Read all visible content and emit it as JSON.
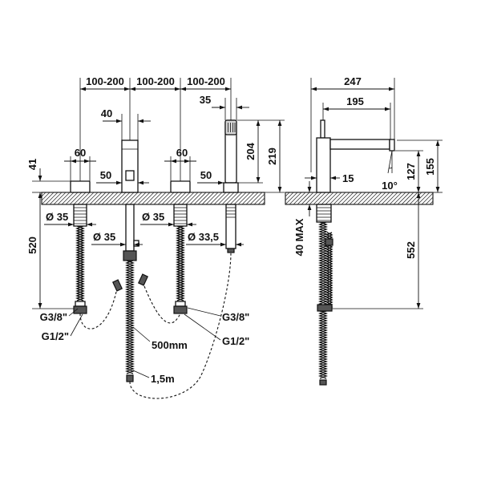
{
  "colors": {
    "line": "#111111",
    "background": "#ffffff",
    "hatch": "#333333"
  },
  "front_view": {
    "spacing": [
      "100-200",
      "100-200",
      "100-200"
    ],
    "spout_width": "40",
    "shower_width": "35",
    "left_valve_width": "60",
    "right_valve_width": "60",
    "valve_height": "41",
    "spout_base": "50",
    "shower_base": "50",
    "shower_height": "204",
    "shower_overall_height": "219",
    "depth_below_deck": "520",
    "left_valve_shank": "Ø 35",
    "right_valve_shank": "Ø 35",
    "spout_shank": "Ø 35",
    "shower_shank": "Ø 33,5",
    "left_inlet_thread": "G3/8\"",
    "left_outlet_thread": "G1/2\"",
    "right_inlet_thread": "G3/8\"",
    "right_outlet_thread": "G1/2\"",
    "spout_hose": "500mm",
    "shower_hose": "1,5m"
  },
  "side_view": {
    "overall_depth": "247",
    "spout_reach": "195",
    "lever_offset": "15",
    "outlet_angle": "10°",
    "outlet_height": "127",
    "overall_height": "155",
    "deck_thickness": "40 MAX",
    "depth_below_deck": "552"
  }
}
